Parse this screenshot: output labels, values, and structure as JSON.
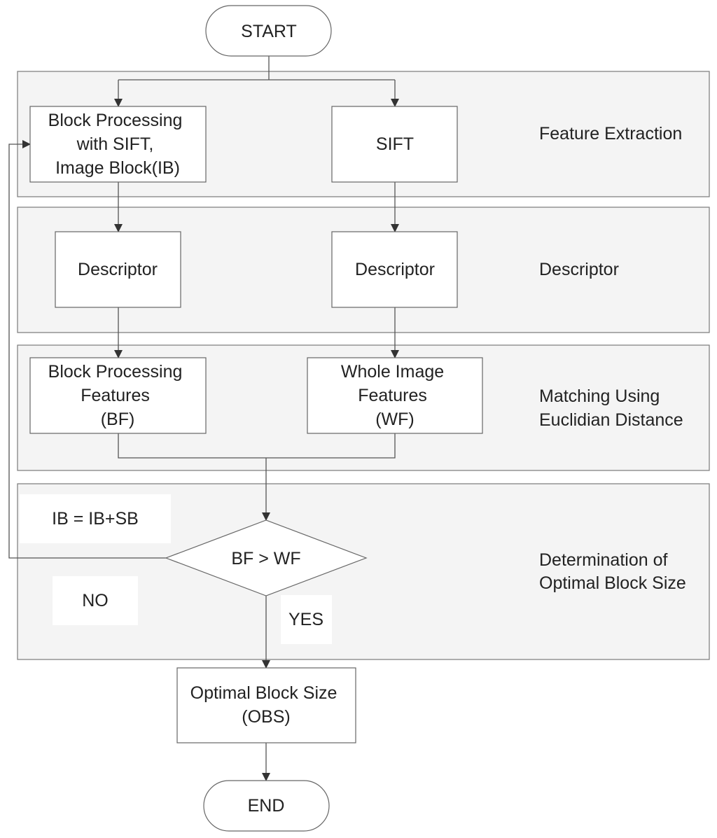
{
  "nodes": {
    "start": "START",
    "block_processing": [
      "Block Processing",
      "with SIFT,",
      "Image Block(IB)"
    ],
    "sift": "SIFT",
    "descriptor_left": "Descriptor",
    "descriptor_right": "Descriptor",
    "block_features": [
      "Block Processing",
      "Features",
      "(BF)"
    ],
    "whole_features": [
      "Whole Image",
      "Features",
      "(WF)"
    ],
    "decision": "BF > WF",
    "increment": "IB = IB+SB",
    "no_label": "NO",
    "yes_label": "YES",
    "optimal": [
      "Optimal Block Size",
      "(OBS)"
    ],
    "end": "END"
  },
  "stages": {
    "feature_extraction": [
      "Feature Extraction"
    ],
    "descriptor": [
      "Descriptor"
    ],
    "matching": [
      "Matching Using",
      "Euclidian Distance"
    ],
    "determination": [
      "Determination of",
      "Optimal Block Size"
    ]
  }
}
